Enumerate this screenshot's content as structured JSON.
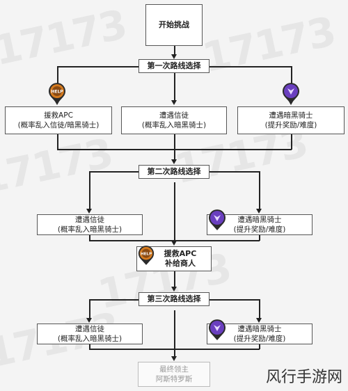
{
  "watermark": "17173",
  "nodes": {
    "start": {
      "label": "开始挑战"
    },
    "choice1": {
      "label": "第一次路线选择"
    },
    "rescue1": {
      "line1": "援救APC",
      "line2": "(概率乱入信徒/暗黑骑士)"
    },
    "believer1": {
      "line1": "遭遇信徒",
      "line2": "(概率乱入暗黑骑士)"
    },
    "dark1": {
      "line1": "遭遇暗黑骑士",
      "line2": "(提升奖励/难度)"
    },
    "choice2": {
      "label": "第二次路线选择"
    },
    "believer2": {
      "line1": "遭遇信徒",
      "line2": "(概率乱入暗黑骑士)"
    },
    "dark2": {
      "line1": "遭遇暗黑骑士",
      "line2": "(提升奖励/难度)"
    },
    "rescue2": {
      "line1": "援救APC",
      "line2": "补给商人"
    },
    "choice3": {
      "label": "第三次路线选择"
    },
    "believer3": {
      "line1": "遭遇信徒",
      "line2": "(概率乱入暗黑骑士)"
    },
    "dark3": {
      "line1": "遭遇暗黑骑士",
      "line2": "(提升奖励/难度)"
    },
    "final": {
      "line1": "最终领主",
      "line2": "阿斯特罗斯"
    }
  },
  "badges": {
    "help": "HELP"
  },
  "brand": "风行手游网"
}
